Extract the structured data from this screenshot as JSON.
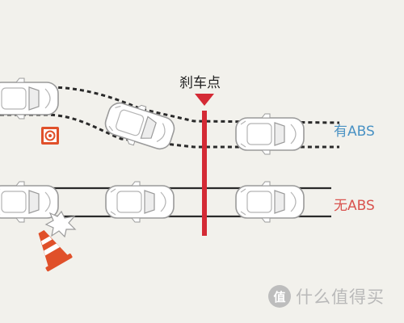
{
  "labels": {
    "brake_point": "刹车点",
    "with_abs": "有ABS",
    "without_abs": "无ABS"
  },
  "watermark": {
    "badge": "值",
    "text": "什么值得买"
  },
  "colors": {
    "background": "#f2f1ec",
    "brake_line": "#d42a35",
    "with_abs": "#4a92c4",
    "without_abs": "#d9534f",
    "track": "#2a2a2a",
    "cone": "#e0502a",
    "car_body": "#ffffff",
    "car_outline": "#9a9a9a"
  },
  "icons": [
    "brake-arrow-icon",
    "obstacle-sign-icon",
    "traffic-cone-icon",
    "collision-burst-icon",
    "car-icon"
  ]
}
